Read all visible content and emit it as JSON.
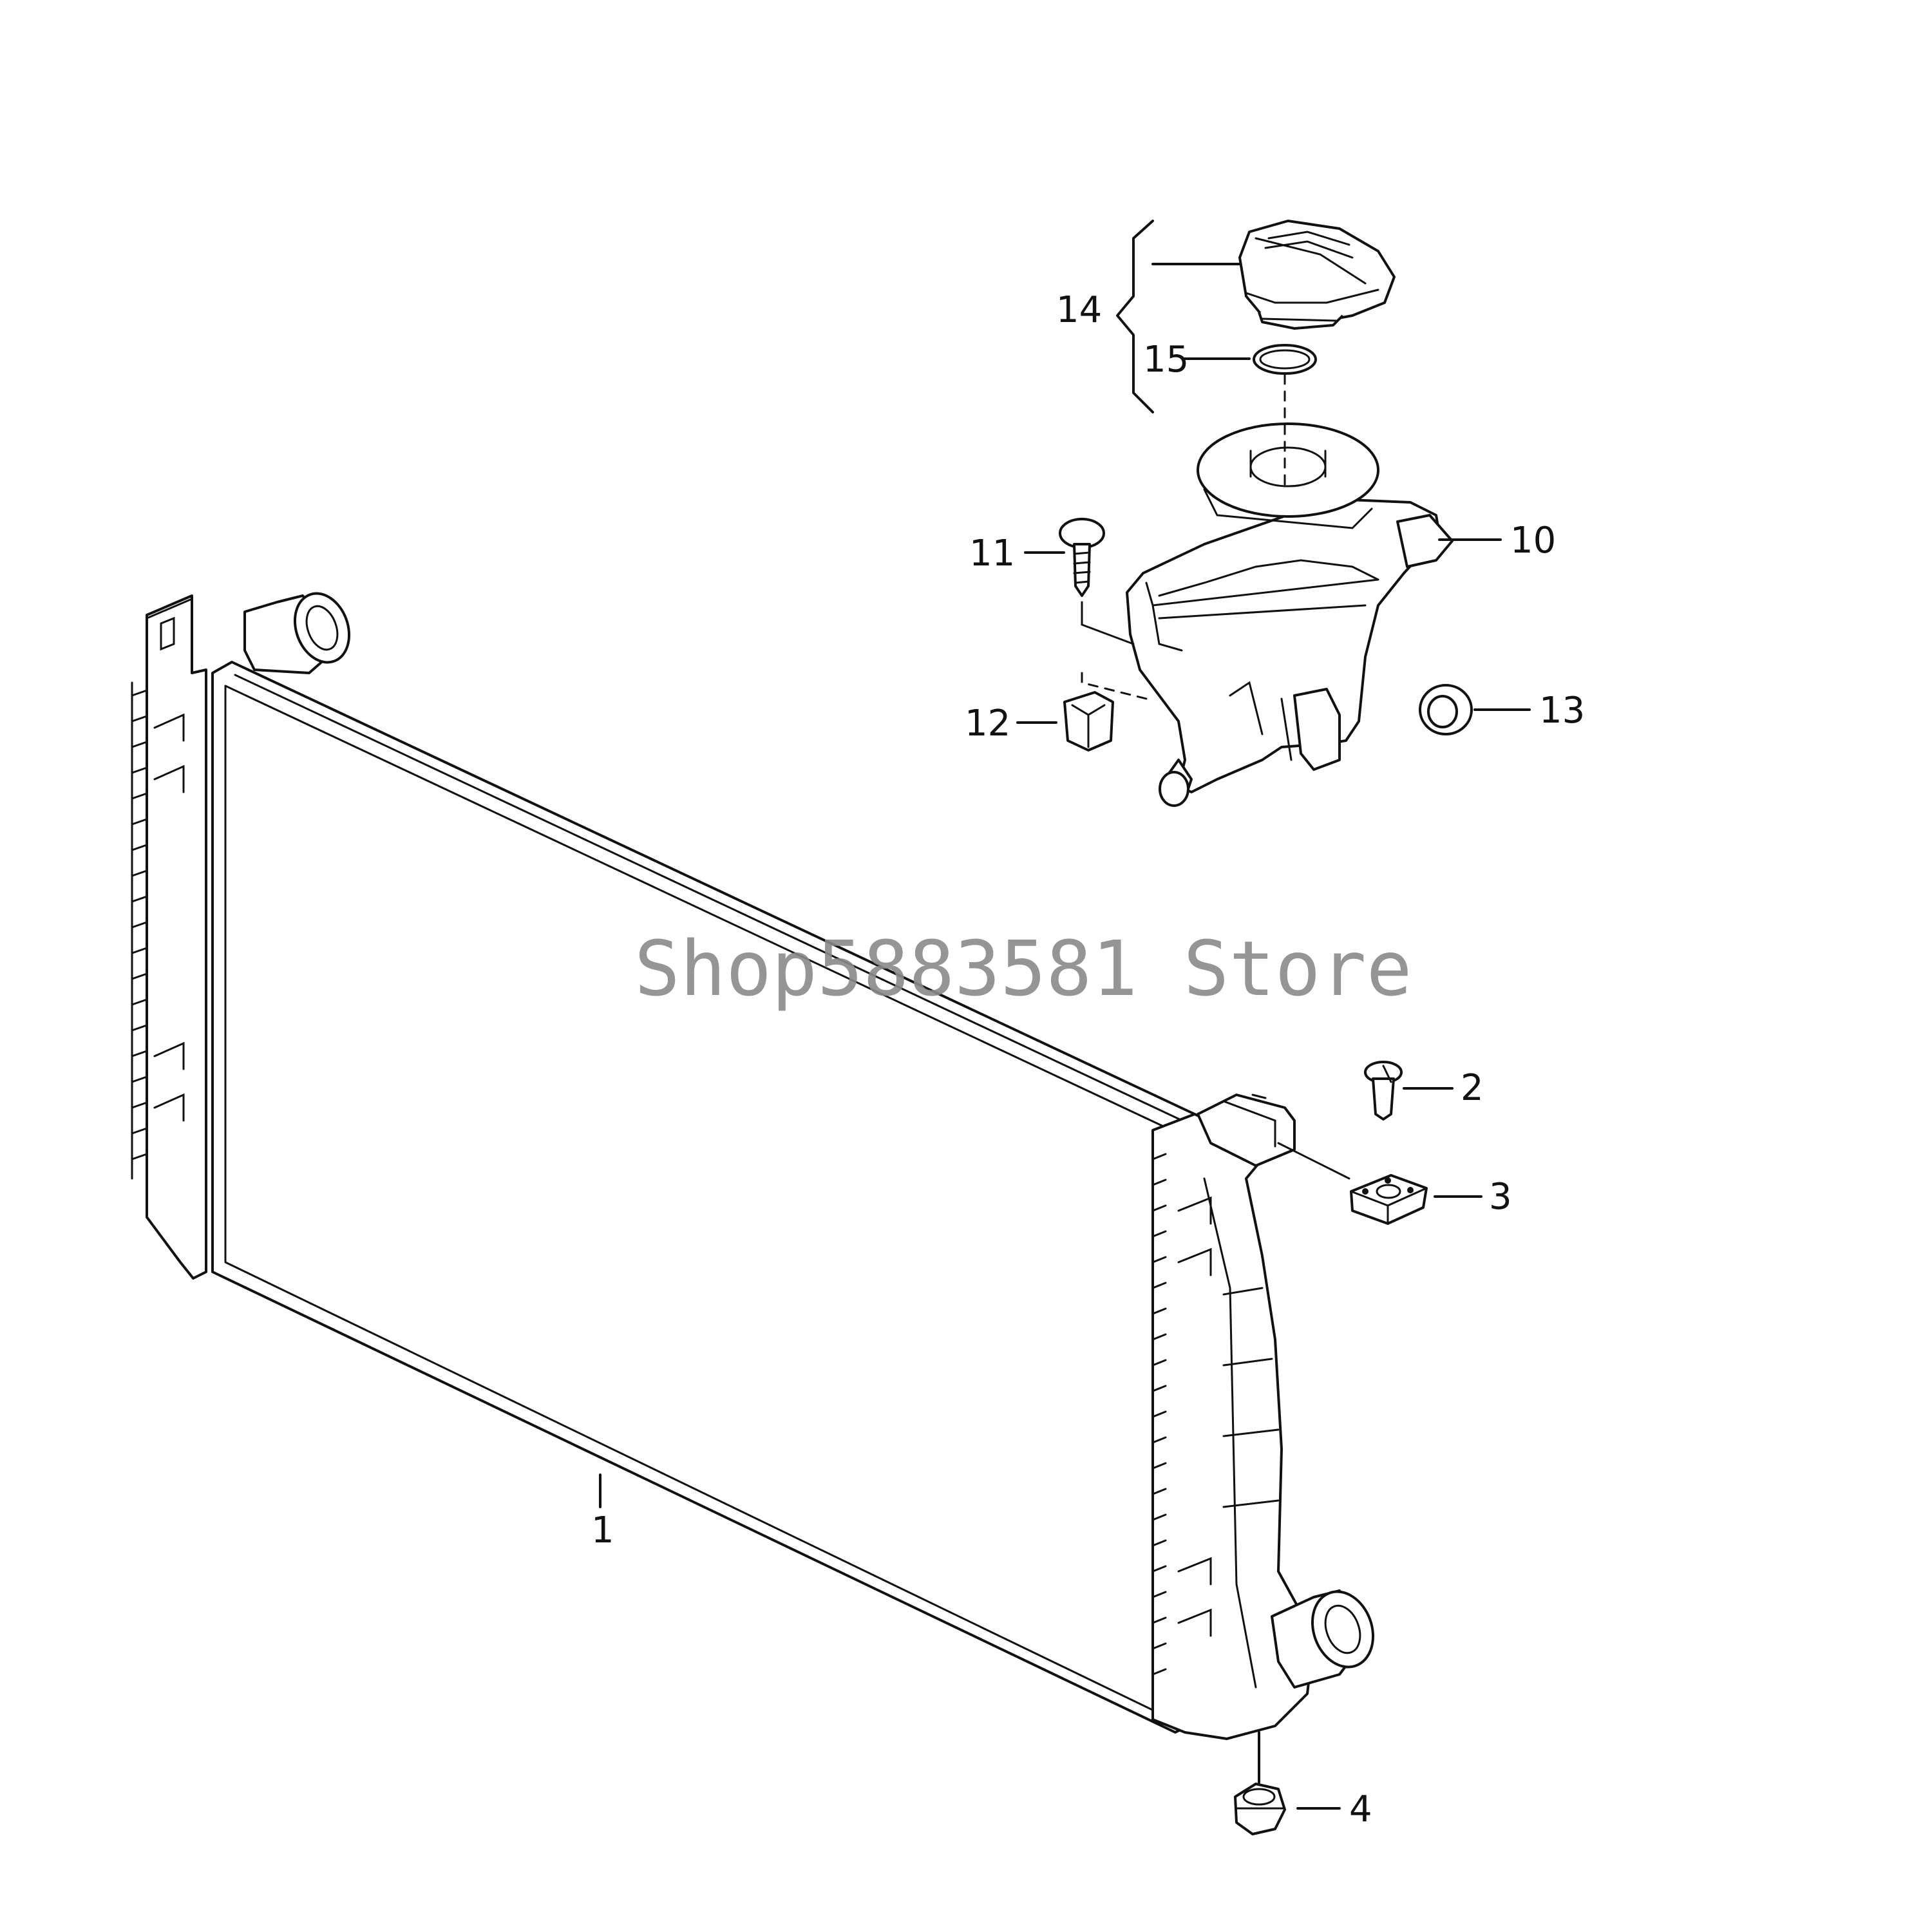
{
  "watermark": "Shop5883581 Store",
  "callouts": {
    "c1": "1",
    "c2": "2",
    "c3": "3",
    "c4": "4",
    "c10": "10",
    "c11": "11",
    "c12": "12",
    "c13": "13",
    "c14": "14",
    "c15": "15"
  }
}
